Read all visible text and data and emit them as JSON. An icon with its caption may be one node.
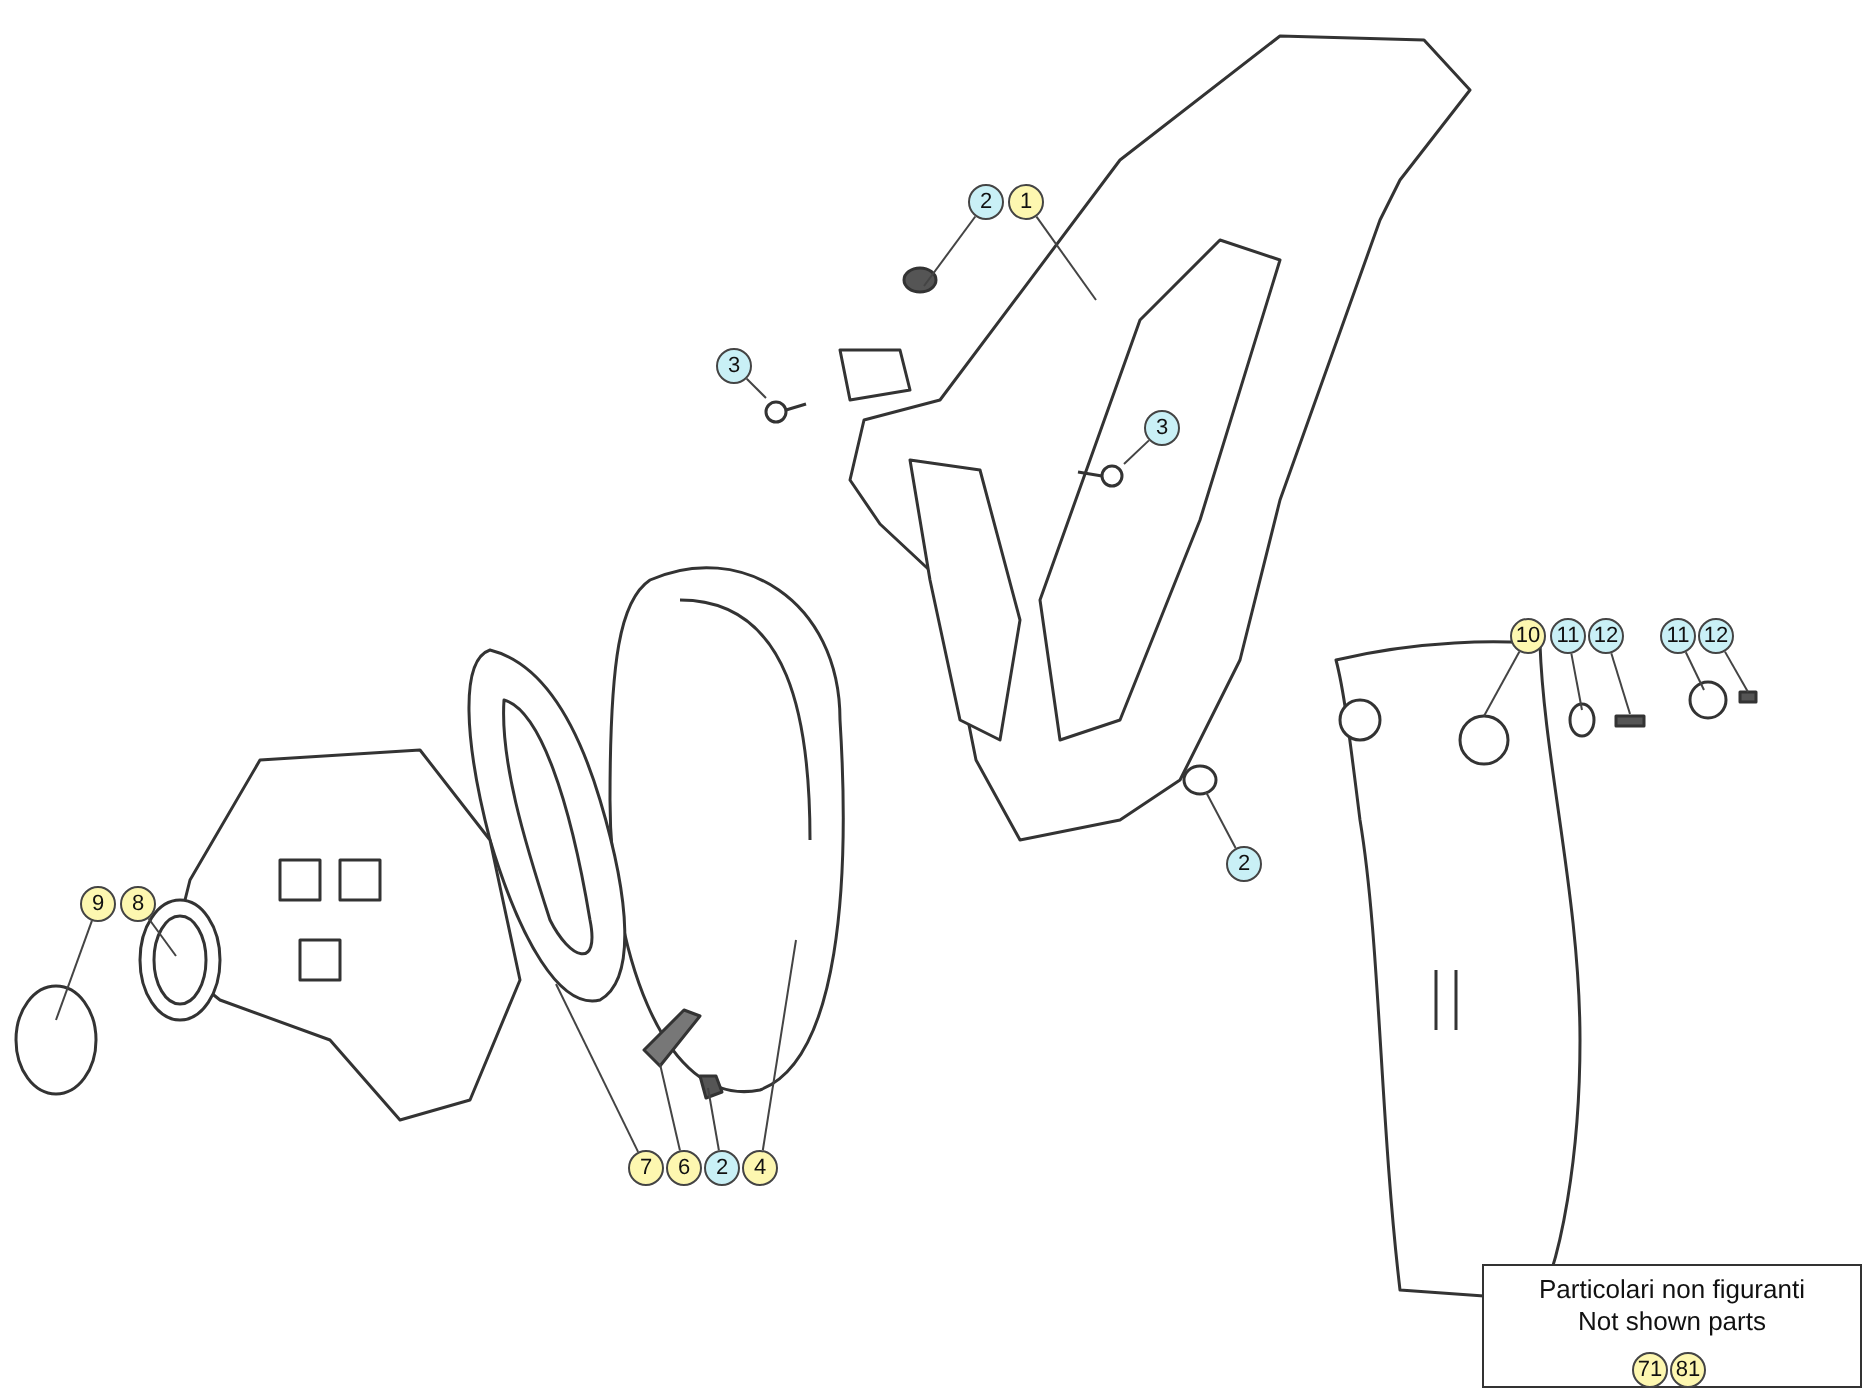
{
  "diagram": {
    "nodes": [
      {
        "text": [
          "2"
        ]
      },
      {
        "text": [
          "1"
        ]
      },
      {
        "text": [
          "3"
        ]
      },
      {
        "text": [
          "3"
        ]
      },
      {
        "text": [
          "10"
        ]
      },
      {
        "text": [
          "11"
        ]
      },
      {
        "text": [
          "12"
        ]
      },
      {
        "text": [
          "11"
        ]
      },
      {
        "text": [
          "12"
        ]
      },
      {
        "text": [
          "2"
        ]
      },
      {
        "text": [
          "9"
        ]
      },
      {
        "text": [
          "8"
        ]
      },
      {
        "text": [
          "7"
        ]
      },
      {
        "text": [
          "6"
        ]
      },
      {
        "text": [
          "2"
        ]
      },
      {
        "text": [
          "4"
        ]
      },
      {
        "text": [
          "Particolari non figuranti",
          "Not shown parts"
        ]
      },
      {
        "text": [
          "71"
        ],
        "in": 16
      },
      {
        "text": [
          "81"
        ],
        "in": 16
      }
    ],
    "edges": [
      {
        "from": 0,
        "to": null,
        "arrow": "none"
      },
      {
        "from": 1,
        "to": null,
        "arrow": "none"
      },
      {
        "from": 2,
        "to": null,
        "arrow": "none"
      },
      {
        "from": 3,
        "to": null,
        "arrow": "none"
      },
      {
        "from": 4,
        "to": null,
        "arrow": "none"
      },
      {
        "from": 5,
        "to": null,
        "arrow": "none"
      },
      {
        "from": 6,
        "to": null,
        "arrow": "none"
      },
      {
        "from": 7,
        "to": null,
        "arrow": "none"
      },
      {
        "from": 8,
        "to": null,
        "arrow": "none"
      },
      {
        "from": 9,
        "to": null,
        "arrow": "none"
      },
      {
        "from": 10,
        "to": null,
        "arrow": "none"
      },
      {
        "from": 11,
        "to": null,
        "arrow": "none"
      },
      {
        "from": 12,
        "to": null,
        "arrow": "none"
      },
      {
        "from": 13,
        "to": null,
        "arrow": "none"
      },
      {
        "from": 14,
        "to": null,
        "arrow": "none"
      },
      {
        "from": 15,
        "to": null,
        "arrow": "none"
      }
    ]
  }
}
